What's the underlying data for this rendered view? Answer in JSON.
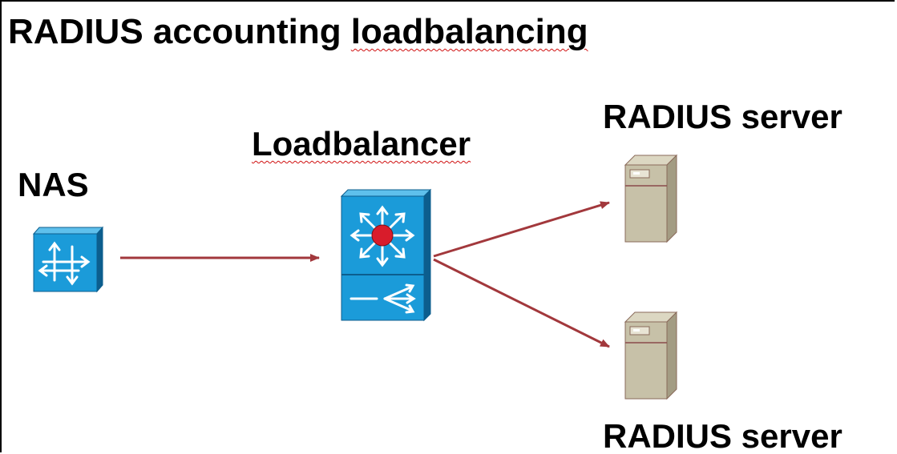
{
  "title": {
    "text": "RADIUS accounting ",
    "spell_word": "loadbalancing"
  },
  "nodes": {
    "nas": {
      "label": "NAS",
      "icon": "router-icon"
    },
    "loadbalancer": {
      "label": "Loadbalancer",
      "icon": "multilayer-switch-icon"
    },
    "server_top": {
      "label": "RADIUS server",
      "icon": "server-tower-icon"
    },
    "server_bottom": {
      "label": "RADIUS server",
      "icon": "server-tower-icon"
    }
  },
  "colors": {
    "arrow": "#a2383c",
    "device_blue": "#1b9bd9",
    "device_blue_dark": "#0c5e8e",
    "server_face": "#c7c1a8",
    "server_side": "#a39c83",
    "hub_red": "#d81c2b"
  }
}
